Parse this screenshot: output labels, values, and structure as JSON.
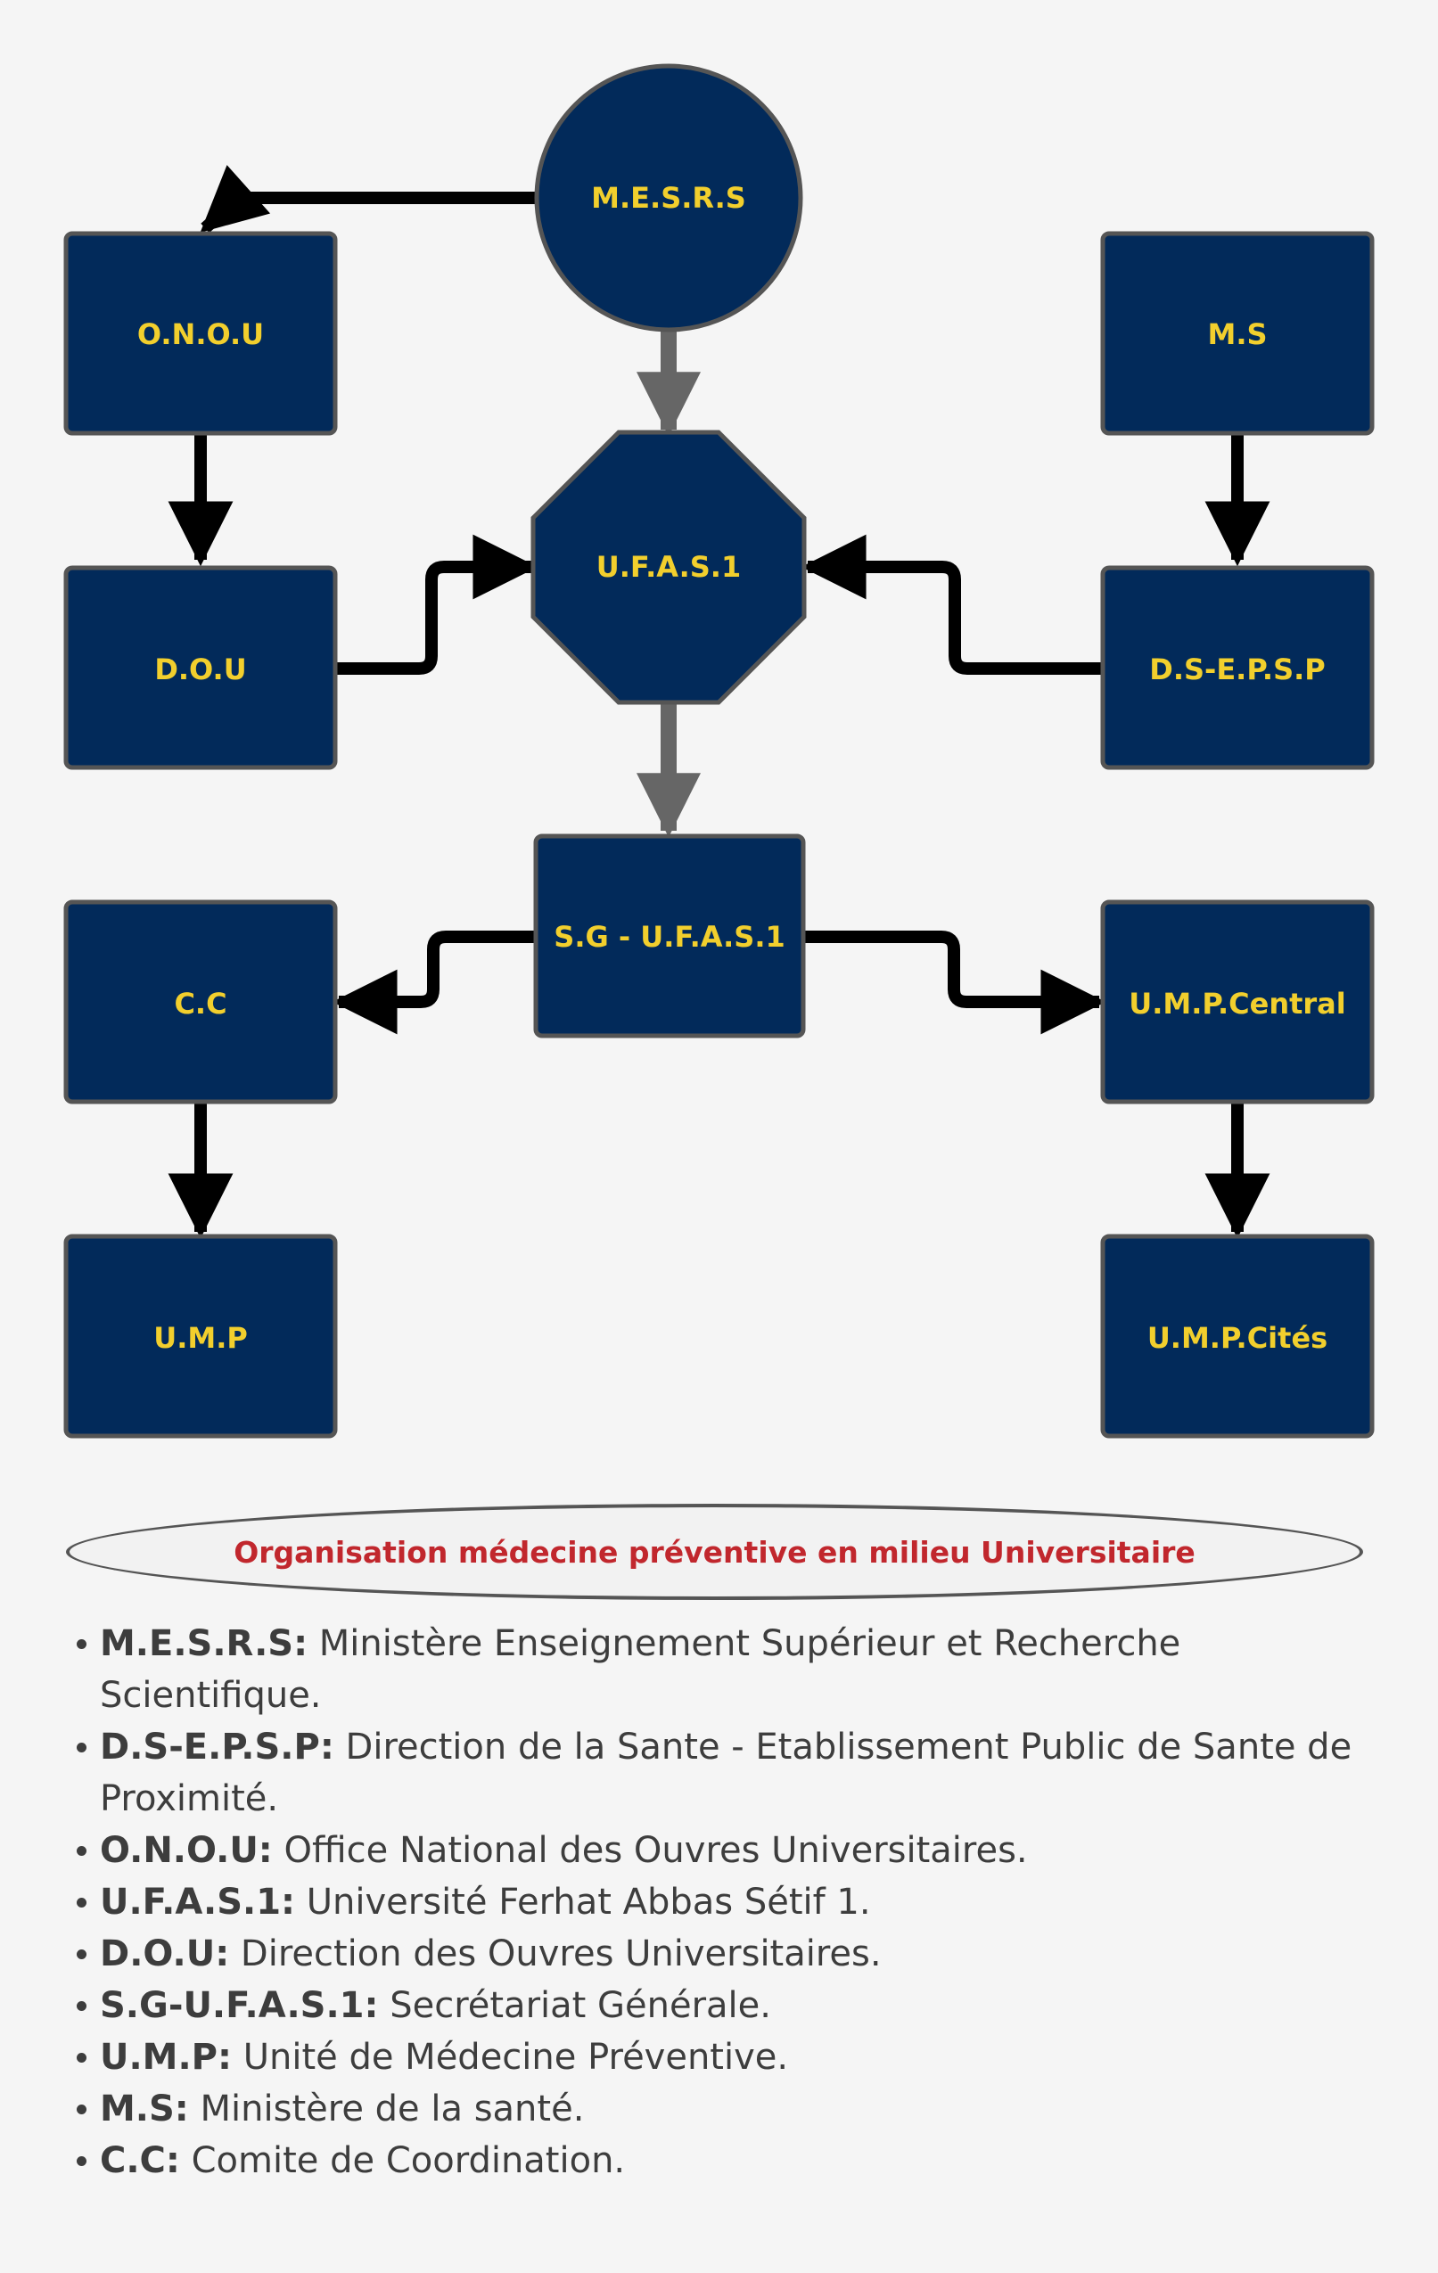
{
  "nodes": {
    "mesrs": "M.E.S.R.S",
    "onou": "O.N.O.U",
    "ms": "M.S",
    "ufas1": "U.F.A.S.1",
    "dou": "D.O.U",
    "dsepsp": "D.S-E.P.S.P",
    "sg_ufas1": "S.G - U.F.A.S.1",
    "cc": "C.C",
    "ump_central": "U.M.P.Central",
    "ump": "U.M.P",
    "ump_cites": "U.M.P.Cités"
  },
  "colors": {
    "node_fill": "#022a5a",
    "node_text": "#f2cf2d",
    "arrow_black": "#000000",
    "arrow_gray": "#666666",
    "caption_text": "#c1272d"
  },
  "caption": "Organisation médecine préventive en milieu Universitaire",
  "legend": [
    {
      "term": "M.E.S.R.S:",
      "desc": " Ministère Enseignement Supérieur et Recherche Scientifique."
    },
    {
      "term": "D.S-E.P.S.P:",
      "desc": " Direction de la Sante - Etablissement Public de Sante de Proximité."
    },
    {
      "term": "O.N.O.U:",
      "desc": " Office National des Ouvres Universitaires."
    },
    {
      "term": "U.F.A.S.1:",
      "desc": " Université Ferhat Abbas Sétif 1."
    },
    {
      "term": "D.O.U:",
      "desc": " Direction des Ouvres Universitaires."
    },
    {
      "term": "S.G-U.F.A.S.1:",
      "desc": " Secrétariat Générale."
    },
    {
      "term": "U.M.P:",
      "desc": " Unité de Médecine Préventive."
    },
    {
      "term": "M.S:",
      "desc": " Ministère de la santé."
    },
    {
      "term": "C.C:",
      "desc": " Comite de Coordination."
    }
  ]
}
